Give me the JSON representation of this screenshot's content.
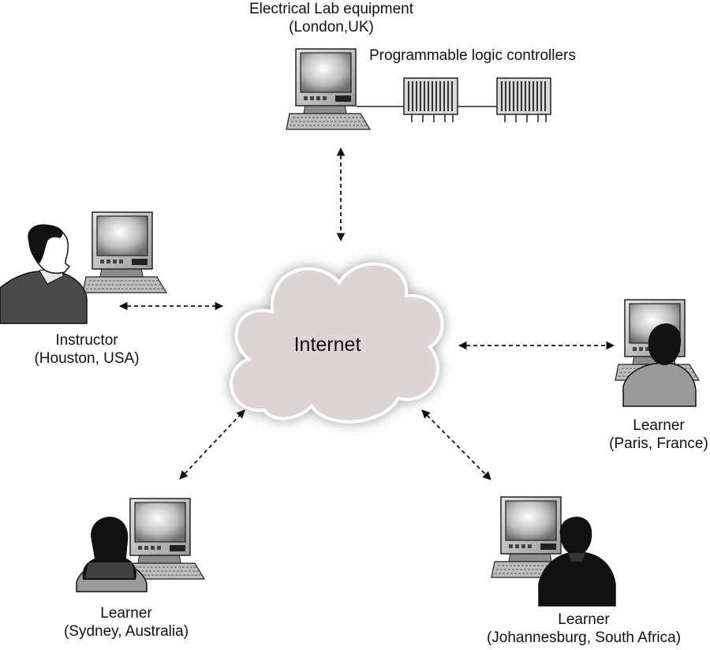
{
  "lab": {
    "title": "Electrical Lab equipment",
    "location": "(London,UK)",
    "plc_label": "Programmable logic controllers"
  },
  "cloud": {
    "label": "Internet"
  },
  "instructor": {
    "role": "Instructor",
    "location": "(Houston, USA)"
  },
  "learner_paris": {
    "role": "Learner",
    "location": "(Paris, France)"
  },
  "learner_sydney": {
    "role": "Learner",
    "location": "(Sydney, Australia)"
  },
  "learner_johannesburg": {
    "role": "Learner",
    "location": "(Johannesburg, South Africa)"
  }
}
